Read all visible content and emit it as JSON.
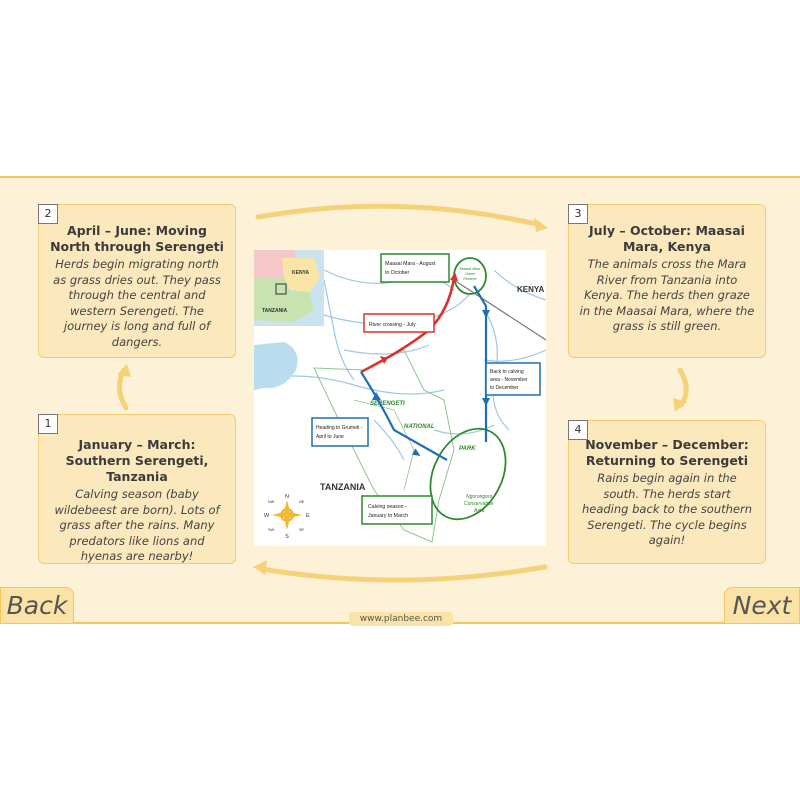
{
  "cards": [
    {
      "num": "2",
      "title": "April – June: Moving North through Serengeti",
      "body": "Herds begin migrating north as grass dries out. They pass through the central and western Serengeti. The journey is long and full of dangers."
    },
    {
      "num": "3",
      "title": "July – October: Maasai Mara, Kenya",
      "body": "The animals cross the Mara River from Tanzania into Kenya. The herds then graze in the Maasai Mara, where the grass is still green."
    },
    {
      "num": "1",
      "title": "January – March: Southern Serengeti, Tanzania",
      "body": "Calving season (baby wildebeest are born). Lots of grass after the rains. Many predators like lions and hyenas are nearby!"
    },
    {
      "num": "4",
      "title": "November – December: Returning to Serengeti",
      "body": "Rains begin again in the south. The herds start heading back to the southern Serengeti. The cycle begins again!"
    }
  ],
  "nav": {
    "back": "Back",
    "next": "Next"
  },
  "footer": {
    "site": "www.planbee.com"
  },
  "map": {
    "labels": {
      "kenya": "KENYA",
      "tanzania": "TANZANIA",
      "serengeti": "SERENGETI",
      "national": "NATIONAL",
      "park": "PARK",
      "ngorongoro_1": "Ngorongoro",
      "ngorongoro_2": "Conservation",
      "ngorongoro_3": "Area",
      "reserve_1": "Maasai Mara",
      "reserve_2": "Game",
      "reserve_3": "Reserve",
      "inset_kenya": "KENYA",
      "inset_tanzania": "TANZANIA"
    },
    "boxes": {
      "maasai_mara_1": "Maasai Mara - August",
      "maasai_mara_2": "to October",
      "river_crossing": "River crossing - July",
      "back_calving_1": "Back to calving",
      "back_calving_2": "area - November",
      "back_calving_3": "to December",
      "grumeti_1": "Heading to Grumeti -",
      "grumeti_2": "April to June",
      "calving_1": "Calving season -",
      "calving_2": "January to March"
    },
    "compass": {
      "n": "N",
      "s": "S",
      "e": "E",
      "w": "W",
      "ne": "NE",
      "nw": "NW",
      "se": "SE",
      "sw": "SW"
    },
    "colors": {
      "red_route": "#d9332c",
      "blue_route": "#1f6fb5",
      "green": "#2d8a2d",
      "river": "#9cc8e0"
    }
  }
}
